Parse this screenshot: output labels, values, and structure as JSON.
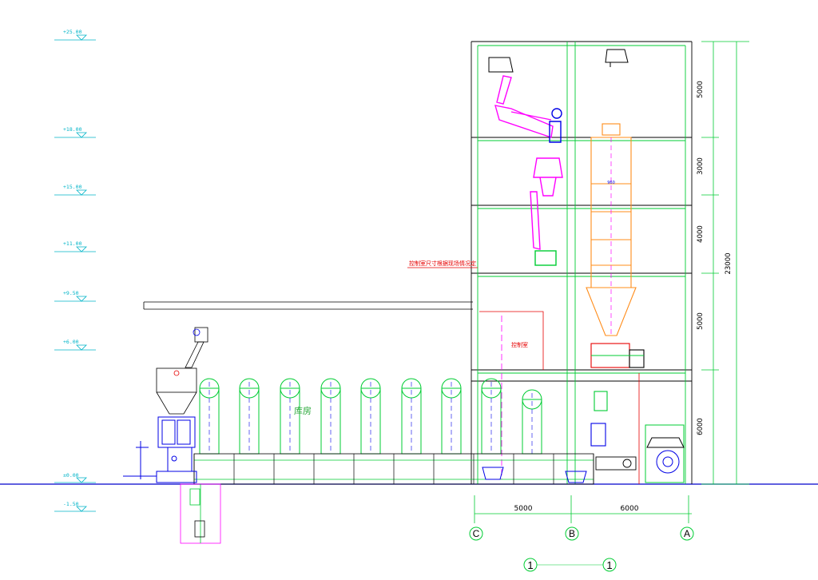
{
  "levels": [
    "+25.00",
    "+18.00",
    "+15.00",
    "+11.00",
    "+9.50",
    "+6.00",
    "±0.00",
    "-1.50"
  ],
  "dimensions": {
    "right": [
      "5000",
      "3000",
      "4000",
      "5000",
      "6000"
    ],
    "total": "23000",
    "bottom": [
      "5000",
      "6000"
    ],
    "bin_label": "960"
  },
  "axes": {
    "c": "C",
    "b": "B",
    "a": "A",
    "grid1_left": "1",
    "grid1_right": "1"
  },
  "labels": {
    "note": "控制室尺寸根据现场情况定",
    "control_room": "控制室",
    "warehouse": "库房"
  },
  "colors": {
    "structure": "#000000",
    "steel": "#00cc33",
    "elevator": "#ff00ff",
    "tank": "#ff8c1a",
    "packer": "#0000e6",
    "level_mark": "#00b4c8",
    "note": "#e60000",
    "ground": "#0000cc"
  }
}
